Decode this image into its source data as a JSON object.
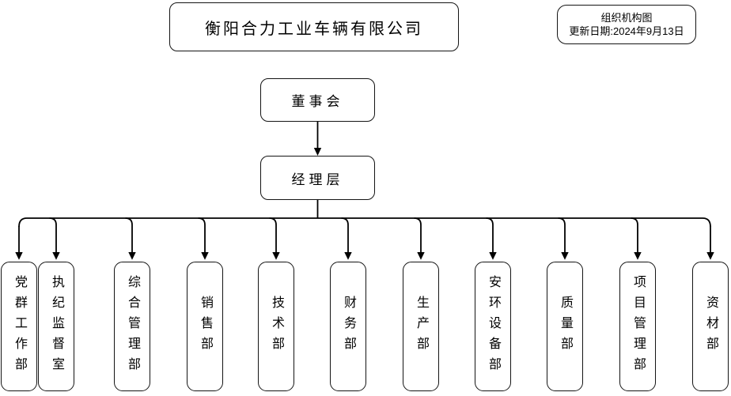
{
  "header": {
    "company_title": "衡阳合力工业车辆有限公司",
    "info_box": {
      "title": "组织机构图",
      "updated": "更新日期:2024年9月13日"
    }
  },
  "hierarchy": {
    "board": "董事会",
    "management": "经理层"
  },
  "departments": [
    {
      "label": "党群工作部"
    },
    {
      "label": "执纪监督室"
    },
    {
      "label": "综合管理部"
    },
    {
      "label": "销售部"
    },
    {
      "label": "技术部"
    },
    {
      "label": "财务部"
    },
    {
      "label": "生产部"
    },
    {
      "label": "安环设备部"
    },
    {
      "label": "质量部"
    },
    {
      "label": "项目管理部"
    },
    {
      "label": "资材部"
    }
  ],
  "colors": {
    "line": "#000000",
    "border": "#141414",
    "background": "#ffffff",
    "text": "#000000"
  }
}
